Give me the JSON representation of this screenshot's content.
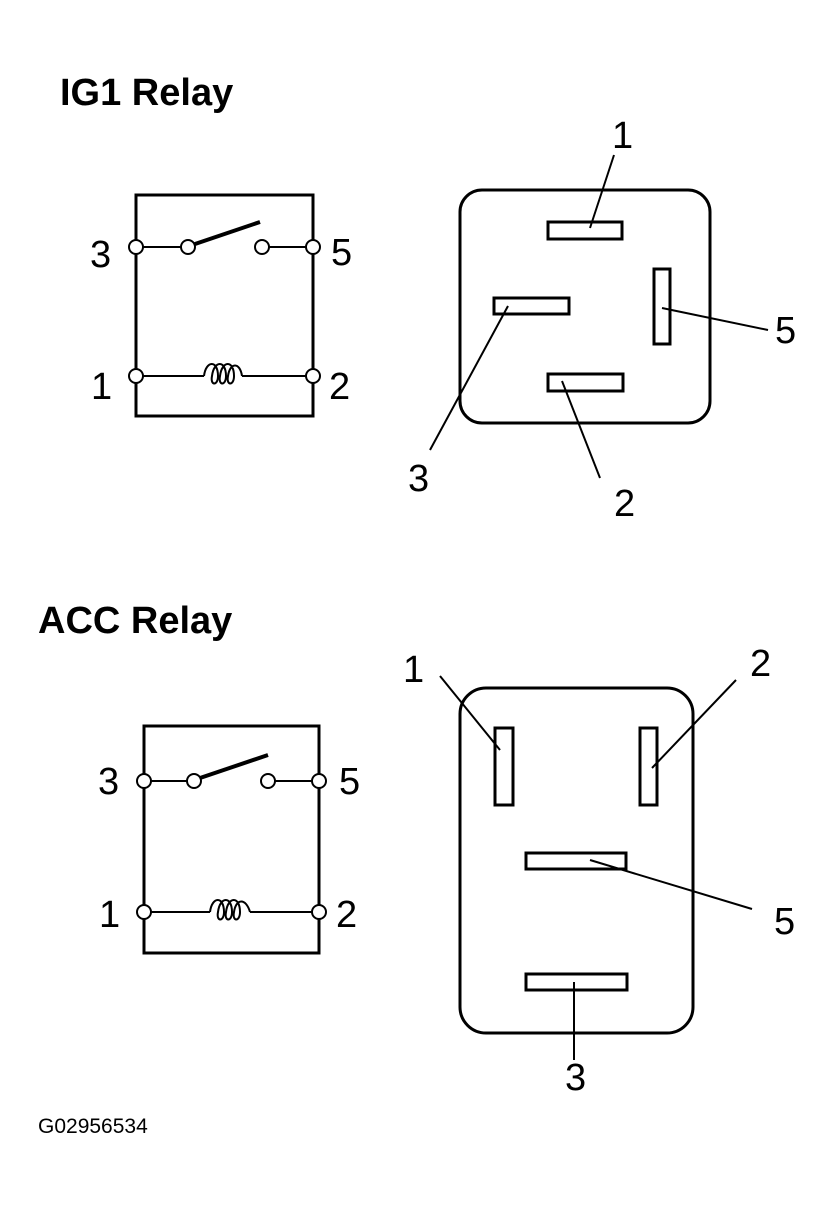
{
  "ig1": {
    "title": "IG1 Relay",
    "schematic": {
      "top_left": "3",
      "top_right": "5",
      "bottom_left": "1",
      "bottom_right": "2"
    },
    "connector": {
      "pin_a": "1",
      "pin_b": "5",
      "pin_c": "3",
      "pin_d": "2"
    }
  },
  "acc": {
    "title": "ACC Relay",
    "schematic": {
      "top_left": "3",
      "top_right": "5",
      "bottom_left": "1",
      "bottom_right": "2"
    },
    "connector": {
      "pin_a": "1",
      "pin_b": "2",
      "pin_c": "5",
      "pin_d": "3"
    }
  },
  "figure_id": "G02956534"
}
